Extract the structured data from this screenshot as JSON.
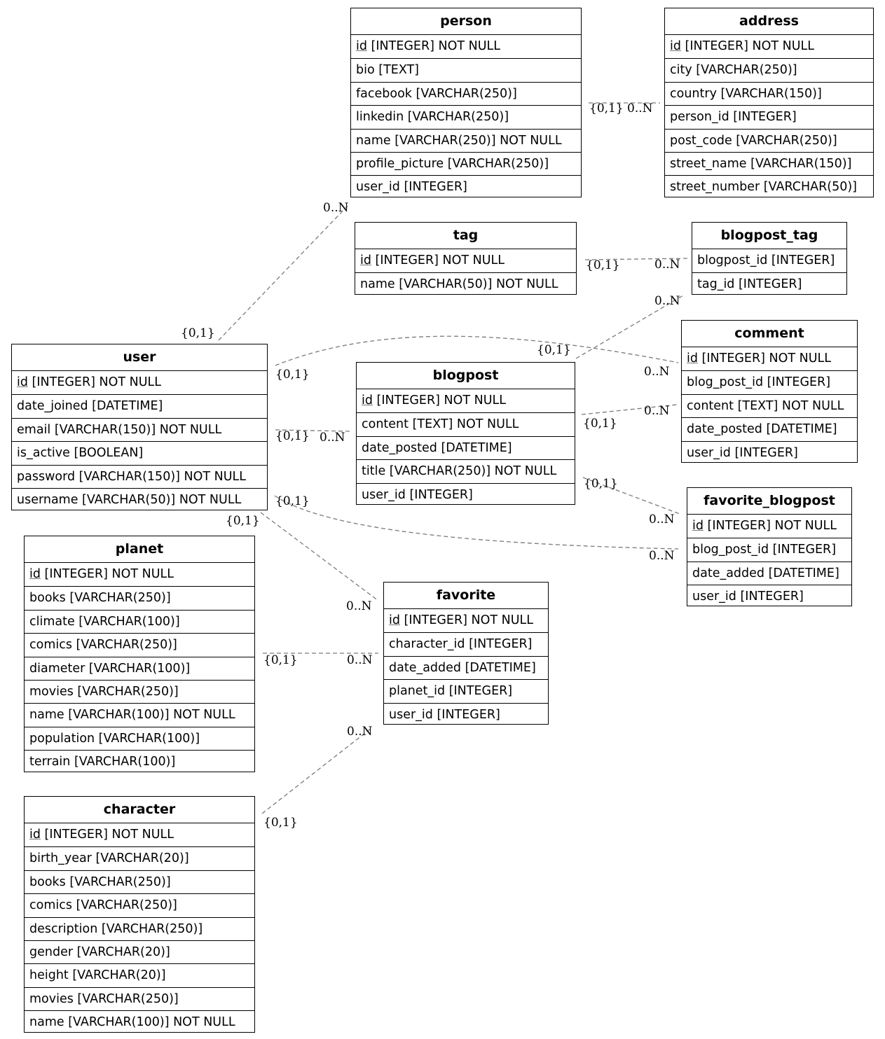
{
  "entities": {
    "person": {
      "name": "person",
      "pk": "id",
      "pk_rest": " [INTEGER] NOT NULL",
      "attrs": [
        "bio [TEXT]",
        "facebook [VARCHAR(250)]",
        "linkedin [VARCHAR(250)]",
        "name [VARCHAR(250)] NOT NULL",
        "profile_picture [VARCHAR(250)]",
        "user_id [INTEGER]"
      ]
    },
    "address": {
      "name": "address",
      "pk": "id",
      "pk_rest": " [INTEGER] NOT NULL",
      "attrs": [
        "city [VARCHAR(250)]",
        "country [VARCHAR(150)]",
        "person_id [INTEGER]",
        "post_code [VARCHAR(250)]",
        "street_name [VARCHAR(150)]",
        "street_number [VARCHAR(50)]"
      ]
    },
    "tag": {
      "name": "tag",
      "pk": "id",
      "pk_rest": " [INTEGER] NOT NULL",
      "attrs": [
        "name [VARCHAR(50)] NOT NULL"
      ]
    },
    "blogpost_tag": {
      "name": "blogpost_tag",
      "attrs": [
        "blogpost_id [INTEGER]",
        "tag_id [INTEGER]"
      ]
    },
    "comment": {
      "name": "comment",
      "pk": "id",
      "pk_rest": " [INTEGER] NOT NULL",
      "attrs": [
        "blog_post_id [INTEGER]",
        "content [TEXT] NOT NULL",
        "date_posted [DATETIME]",
        "user_id [INTEGER]"
      ]
    },
    "user": {
      "name": "user",
      "pk": "id",
      "pk_rest": " [INTEGER] NOT NULL",
      "attrs": [
        "date_joined [DATETIME]",
        "email [VARCHAR(150)] NOT NULL",
        "is_active [BOOLEAN]",
        "password [VARCHAR(150)] NOT NULL",
        "username [VARCHAR(50)] NOT NULL"
      ]
    },
    "blogpost": {
      "name": "blogpost",
      "pk": "id",
      "pk_rest": " [INTEGER] NOT NULL",
      "attrs": [
        "content [TEXT] NOT NULL",
        "date_posted [DATETIME]",
        "title [VARCHAR(250)] NOT NULL",
        "user_id [INTEGER]"
      ]
    },
    "favorite_blogpost": {
      "name": "favorite_blogpost",
      "pk": "id",
      "pk_rest": " [INTEGER] NOT NULL",
      "attrs": [
        "blog_post_id [INTEGER]",
        "date_added [DATETIME]",
        "user_id [INTEGER]"
      ]
    },
    "planet": {
      "name": "planet",
      "pk": "id",
      "pk_rest": " [INTEGER] NOT NULL",
      "attrs": [
        "books [VARCHAR(250)]",
        "climate [VARCHAR(100)]",
        "comics [VARCHAR(250)]",
        "diameter [VARCHAR(100)]",
        "movies [VARCHAR(250)]",
        "name [VARCHAR(100)] NOT NULL",
        "population [VARCHAR(100)]",
        "terrain [VARCHAR(100)]"
      ]
    },
    "favorite": {
      "name": "favorite",
      "pk": "id",
      "pk_rest": " [INTEGER] NOT NULL",
      "attrs": [
        "character_id [INTEGER]",
        "date_added [DATETIME]",
        "planet_id [INTEGER]",
        "user_id [INTEGER]"
      ]
    },
    "character": {
      "name": "character",
      "pk": "id",
      "pk_rest": " [INTEGER] NOT NULL",
      "attrs": [
        "birth_year [VARCHAR(20)]",
        "books [VARCHAR(250)]",
        "comics [VARCHAR(250)]",
        "description [VARCHAR(250)]",
        "gender [VARCHAR(20)]",
        "height [VARCHAR(20)]",
        "movies [VARCHAR(250)]",
        "name [VARCHAR(100)] NOT NULL"
      ]
    }
  },
  "relations": [
    {
      "id": "person-address",
      "from": "person",
      "to": "address",
      "from_card": "{0,1}",
      "to_card": "0..N"
    },
    {
      "id": "tag-blogpost_tag",
      "from": "tag",
      "to": "blogpost_tag",
      "from_card": "{0,1}",
      "to_card": "0..N"
    },
    {
      "id": "user-person",
      "from": "user",
      "to": "person",
      "from_card": "{0,1}",
      "to_card": "0..N"
    },
    {
      "id": "blogpost-blogpost_tag",
      "from": "blogpost",
      "to": "blogpost_tag",
      "from_card": "{0,1}",
      "to_card": "0..N"
    },
    {
      "id": "user-comment",
      "from": "user",
      "to": "comment",
      "from_card": "{0,1}",
      "to_card": "0..N"
    },
    {
      "id": "blogpost-comment",
      "from": "blogpost",
      "to": "comment",
      "from_card": "{0,1}",
      "to_card": "0..N"
    },
    {
      "id": "user-blogpost",
      "from": "user",
      "to": "blogpost",
      "from_card": "{0,1}",
      "to_card": "0..N"
    },
    {
      "id": "blogpost-favorite_blogpost",
      "from": "blogpost",
      "to": "favorite_blogpost",
      "from_card": "{0,1}",
      "to_card": "0..N"
    },
    {
      "id": "user-favorite_blogpost",
      "from": "user",
      "to": "favorite_blogpost",
      "from_card": "{0,1}",
      "to_card": "0..N"
    },
    {
      "id": "user-favorite",
      "from": "user",
      "to": "favorite",
      "from_card": "{0,1}",
      "to_card": "0..N"
    },
    {
      "id": "planet-favorite",
      "from": "planet",
      "to": "favorite",
      "from_card": "{0,1}",
      "to_card": "0..N"
    },
    {
      "id": "character-favorite",
      "from": "character",
      "to": "favorite",
      "from_card": "{0,1}",
      "to_card": "0..N"
    }
  ]
}
